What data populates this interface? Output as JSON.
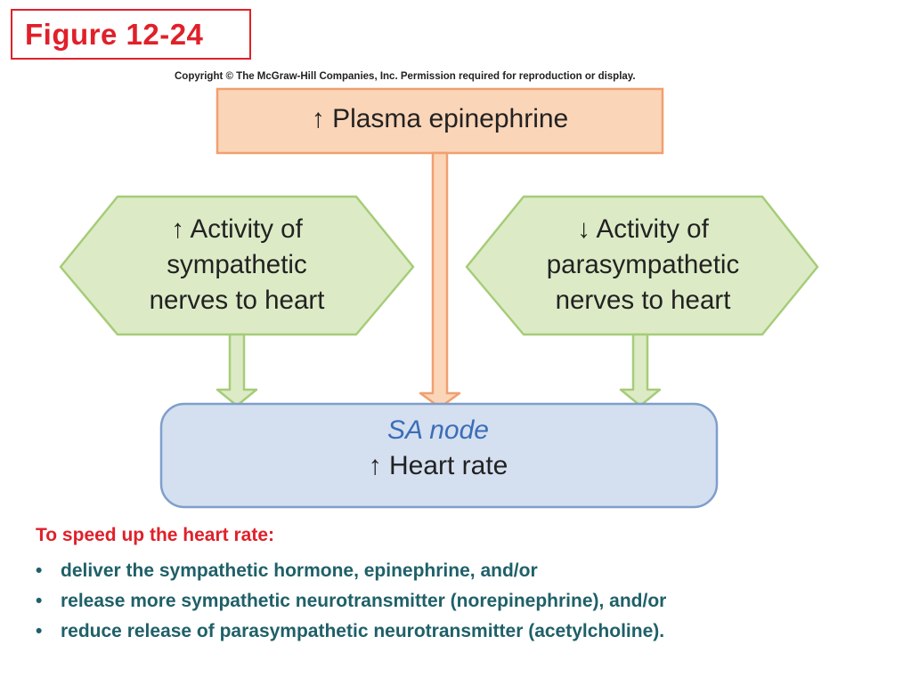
{
  "figure_label": "Figure  12-24",
  "copyright": "Copyright © The McGraw-Hill Companies, Inc. Permission required for reproduction or display.",
  "diagram": {
    "top_box": {
      "line1": "↑ Plasma epinephrine"
    },
    "left_hex": {
      "line1": "↑ Activity of",
      "line2": "sympathetic",
      "line3": "nerves to heart"
    },
    "right_hex": {
      "line1": "↓ Activity of",
      "line2": "parasympathetic",
      "line3": "nerves to heart"
    },
    "sa_box": {
      "title": "SA  node",
      "line2": "↑ Heart rate"
    },
    "colors": {
      "top_fill": "#fbd5b8",
      "top_stroke": "#f0a070",
      "hex_fill": "#dcebc6",
      "hex_stroke": "#a6cc78",
      "sa_fill": "#d4dff0",
      "sa_stroke": "#7f9ecb"
    }
  },
  "notes": {
    "heading": "To speed up the heart rate:",
    "bullets": [
      "deliver the sympathetic hormone, epinephrine, and/or",
      "release more sympathetic neurotransmitter (norepinephrine), and/or",
      "reduce release of parasympathetic neurotransmitter (acetylcholine)."
    ],
    "bullet_glyph": "•"
  }
}
